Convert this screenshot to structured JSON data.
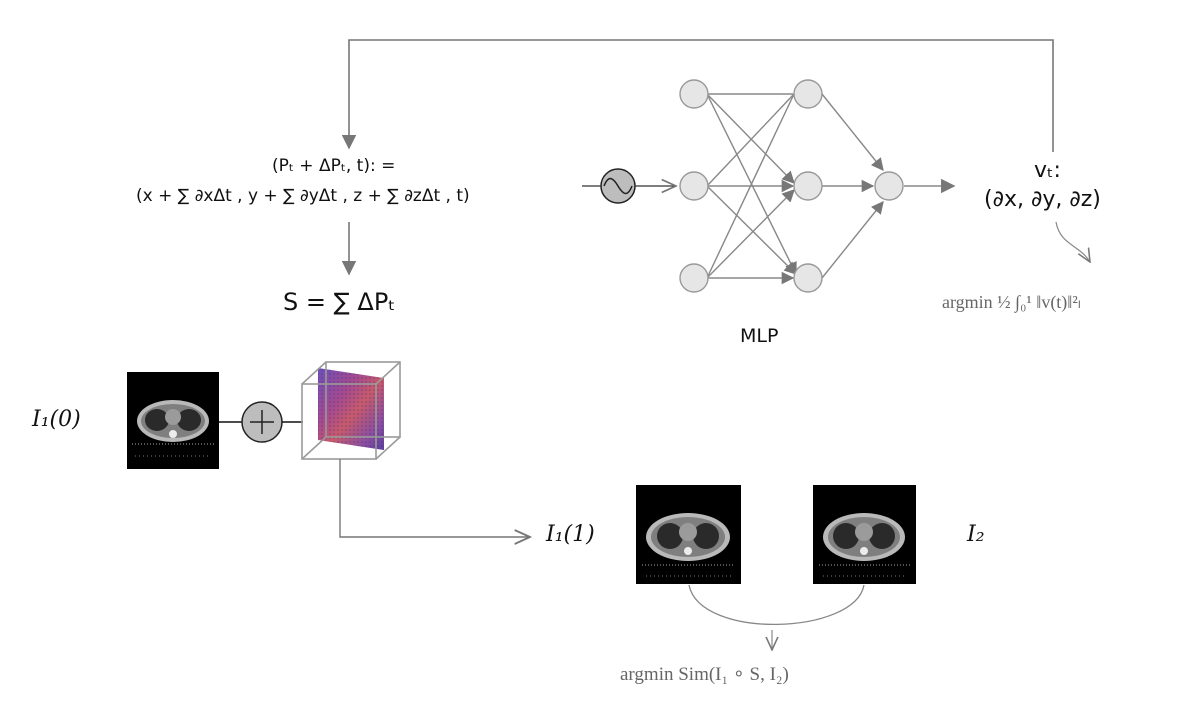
{
  "formula": {
    "line1": "(Pₜ + ΔPₜ, t): =",
    "line2": "(x + ∑ ∂xΔt , y + ∑ ∂yΔt , z + ∑ ∂zΔt , t)"
  },
  "s_equation": "S = ∑ ΔPₜ",
  "mlp_label": "MLP",
  "velocity": {
    "line1": "vₜ:",
    "line2": "(∂x, ∂y, ∂z)"
  },
  "objective_velocity": "argmin ½ ∫₀¹ ‖v(t)‖²ₗ",
  "image_labels": {
    "i1_0": "I₁(0)",
    "i1_1": "I₁(1)",
    "i2": "I₂"
  },
  "objective_similarity": "argmin Sim(I₁ ∘ S, I₂)",
  "plus_symbol": "+"
}
